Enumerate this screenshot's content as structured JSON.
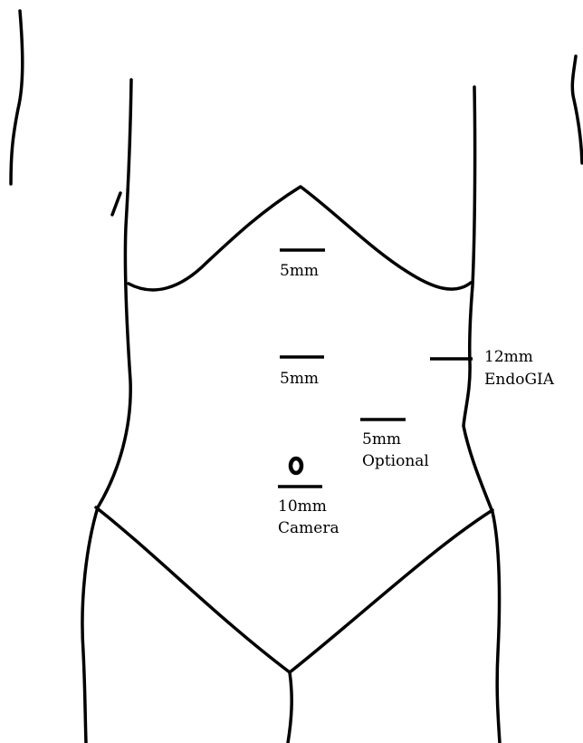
{
  "ports": [
    {
      "id": "epigastric",
      "lines": [
        "5mm"
      ]
    },
    {
      "id": "mid-upper",
      "lines": [
        "5mm"
      ]
    },
    {
      "id": "left-flank",
      "lines": [
        "12mm",
        "EndoGIA"
      ]
    },
    {
      "id": "optional",
      "lines": [
        "5mm",
        "Optional"
      ]
    },
    {
      "id": "camera",
      "lines": [
        "10mm",
        "Camera"
      ],
      "marker": "O"
    }
  ],
  "colors": {
    "line": "#000000",
    "background": "#ffffff"
  }
}
